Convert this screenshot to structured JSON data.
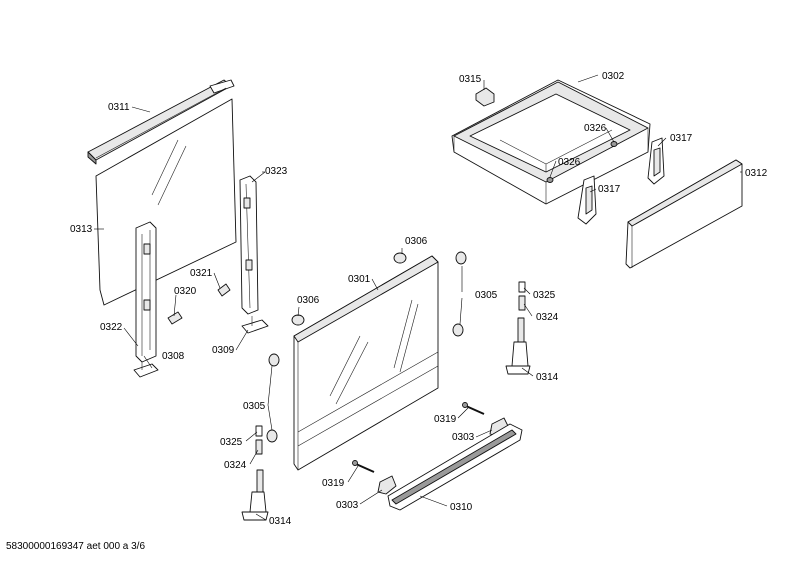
{
  "labels": {
    "l0311": "0311",
    "l0313": "0313",
    "l0322": "0322",
    "l0308": "0308",
    "l0320": "0320",
    "l0321": "0321",
    "l0323": "0323",
    "l0309": "0309",
    "l0301": "0301",
    "l0306a": "0306",
    "l0306b": "0306",
    "l0305a": "0305",
    "l0305b": "0305",
    "l0325a": "0325",
    "l0325b": "0325",
    "l0324a": "0324",
    "l0324b": "0324",
    "l0314a": "0314",
    "l0314b": "0314",
    "l0319a": "0319",
    "l0319b": "0319",
    "l0303a": "0303",
    "l0303b": "0303",
    "l0310": "0310",
    "l0315": "0315",
    "l0302": "0302",
    "l0326a": "0326",
    "l0326b": "0326",
    "l0317a": "0317",
    "l0317b": "0317",
    "l0312": "0312"
  },
  "footer": "58300000169347 aet 000 a 3/6"
}
